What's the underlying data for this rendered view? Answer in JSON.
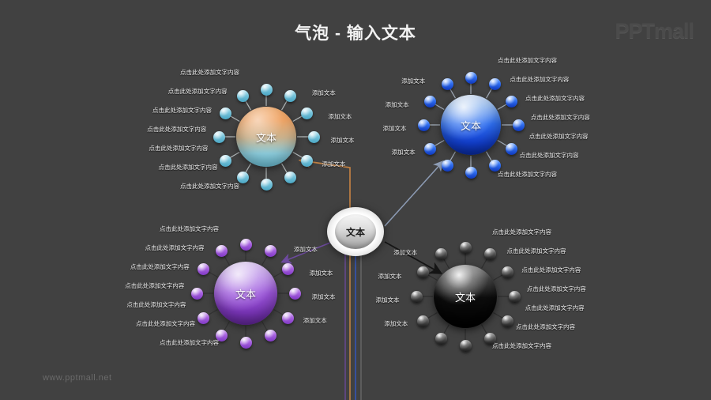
{
  "slide": {
    "title": "气泡 - 输入文本",
    "logo": "PPTmall",
    "watermark": "www.pptmall.net",
    "background_color": "#414141"
  },
  "hub": {
    "label": "文本",
    "accent": "#e0e0e0"
  },
  "labels": {
    "long": "点击此处添加文字内容",
    "short": "添加文本",
    "core": "文本"
  },
  "clusters": [
    {
      "id": "orange",
      "name": "orange-cluster",
      "core_label": "文本",
      "accent": "#f0a566",
      "node_color": "#76c3da",
      "arrow_color": "#c08043",
      "node_count": 12,
      "left_labels": [
        "点击此处添加文字内容",
        "点击此处添加文字内容",
        "点击此处添加文字内容",
        "点击此处添加文字内容",
        "点击此处添加文字内容",
        "点击此处添加文字内容",
        "点击此处添加文字内容"
      ],
      "right_labels": [
        "添加文本",
        "添加文本",
        "添加文本",
        "添加文本"
      ]
    },
    {
      "id": "blue",
      "name": "blue-cluster",
      "core_label": "文本",
      "accent": "#2f6ff0",
      "node_color": "#2f6ef0",
      "arrow_color": "#8d9cb5",
      "node_count": 12,
      "left_labels": [
        "添加文本",
        "添加文本",
        "添加文本",
        "添加文本"
      ],
      "right_labels": [
        "点击此处添加文字内容",
        "点击此处添加文字内容",
        "点击此处添加文字内容",
        "点击此处添加文字内容",
        "点击此处添加文字内容",
        "点击此处添加文字内容",
        "点击此处添加文字内容"
      ]
    },
    {
      "id": "purple",
      "name": "purple-cluster",
      "core_label": "文本",
      "accent": "#9b55d9",
      "node_color": "#a862e0",
      "arrow_color": "#6d4a9e",
      "node_count": 12,
      "left_labels": [
        "点击此处添加文字内容",
        "点击此处添加文字内容",
        "点击此处添加文字内容",
        "点击此处添加文字内容",
        "点击此处添加文字内容",
        "点击此处添加文字内容",
        "点击此处添加文字内容"
      ],
      "right_labels": [
        "添加文本",
        "添加文本",
        "添加文本",
        "添加文本"
      ]
    },
    {
      "id": "black",
      "name": "black-cluster",
      "core_label": "文本",
      "accent": "#0d0d0d",
      "node_color": "#5a5a5a",
      "arrow_color": "#151515",
      "node_count": 12,
      "left_labels": [
        "添加文本",
        "添加文本",
        "添加文本",
        "添加文本"
      ],
      "right_labels": [
        "点击此处添加文字内容",
        "点击此处添加文字内容",
        "点击此处添加文字内容",
        "点击此处添加文字内容",
        "点击此处添加文字内容",
        "点击此处添加文字内容",
        "点击此处添加文字内容"
      ]
    }
  ],
  "connectors": [
    {
      "name": "hub-to-orange",
      "color": "#c08043"
    },
    {
      "name": "hub-to-blue",
      "color": "#8d9cb5"
    },
    {
      "name": "hub-to-purple",
      "color": "#6d4a9e"
    },
    {
      "name": "hub-to-black",
      "color": "#151515"
    }
  ]
}
